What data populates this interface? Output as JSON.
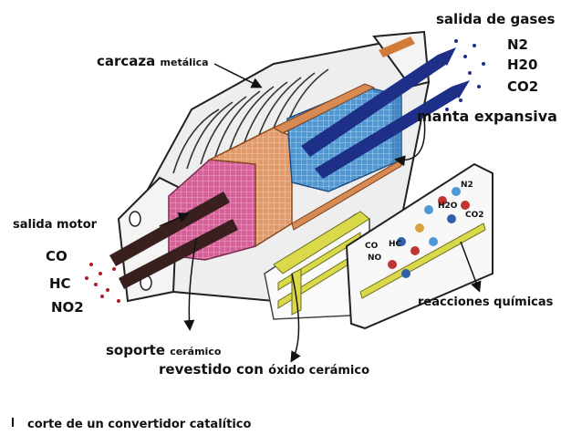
{
  "labels": {
    "carcaza_main": "carcaza",
    "carcaza_sub": "metálica",
    "salida_gases": "salida de gases",
    "n2": "N2",
    "h2o": "H20",
    "co2": "CO2",
    "manta": "manta expansiva",
    "salida_motor": "salida motor",
    "co": "CO",
    "hc": "HC",
    "no2": "NO2",
    "reacciones": "reacciones químicas",
    "soporte_main": "soporte",
    "soporte_sub": "cerámico",
    "revestido_main": "revestido con",
    "revestido_sub": "óxido cerámico",
    "caption": "corte de un convertidor catalítico"
  },
  "molecule_labels": {
    "co": "CO",
    "hc": "HC",
    "no": "NO",
    "h2o": "H2O",
    "n2": "N2",
    "co2": "CO2"
  },
  "colors": {
    "pink_section": "#d8609a",
    "orange_section": "#e39a6b",
    "blue_section": "#4f98d4",
    "inlet_pipes": "#3a1f1f",
    "outlet_pipes": "#1d2f86",
    "yellow_frame": "#d9d94a",
    "housing": "#e4e4e4"
  }
}
